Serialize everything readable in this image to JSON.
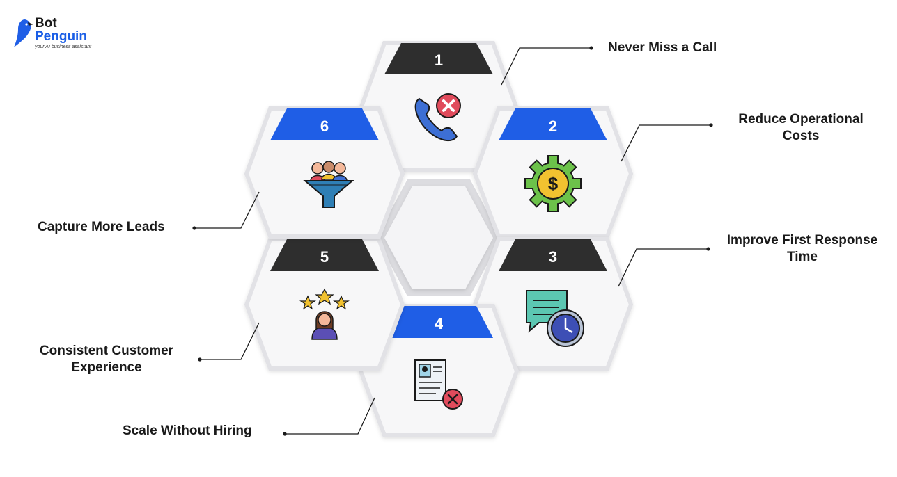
{
  "brand": {
    "line1": "Bot",
    "line2": "Penguin",
    "tagline": "your AI business assistant"
  },
  "colors": {
    "dark_tab": "#2e2e2e",
    "blue_tab": "#1f5ee6",
    "hex_fill": "#f7f7f8",
    "hex_border": "#e2e2e6",
    "text": "#1a1a1a"
  },
  "items": [
    {
      "number": "1",
      "title": "Never Miss a Call",
      "icon": "missed-call-icon",
      "tab": "dark"
    },
    {
      "number": "2",
      "title": "Reduce Operational Costs",
      "title_lines": [
        "Reduce Operational",
        "Costs"
      ],
      "icon": "cost-gear-icon",
      "tab": "blue"
    },
    {
      "number": "3",
      "title": "Improve First Response Time",
      "title_lines": [
        "Improve First Response",
        "Time"
      ],
      "icon": "chat-clock-icon",
      "tab": "dark"
    },
    {
      "number": "4",
      "title": "Scale Without Hiring",
      "icon": "resume-rejected-icon",
      "tab": "blue"
    },
    {
      "number": "5",
      "title": "Consistent Customer Experience",
      "title_lines": [
        "Consistent Customer",
        "Experience"
      ],
      "icon": "customer-rating-icon",
      "tab": "dark"
    },
    {
      "number": "6",
      "title": "Capture More Leads",
      "icon": "lead-funnel-icon",
      "tab": "blue"
    }
  ]
}
